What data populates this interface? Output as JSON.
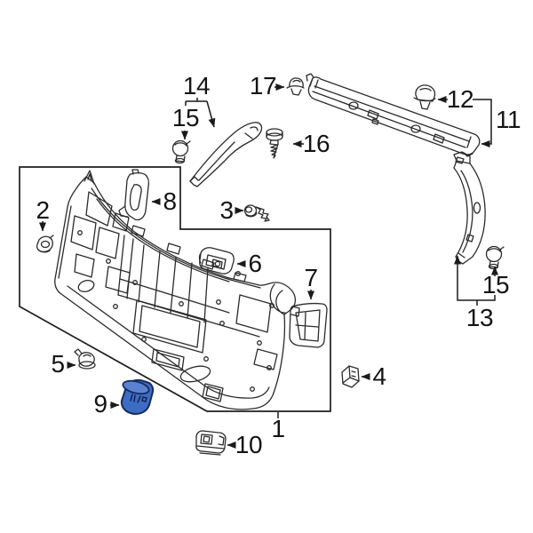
{
  "diagram": {
    "type": "exploded-parts-diagram",
    "description": "Line-art exploded diagram of a tailgate interior trim panel with numbered callouts; part 9 (bumper) highlighted in blue",
    "background_color": "#ffffff",
    "line_color": "#2b2b2b",
    "label_color": "#141414",
    "highlight": {
      "part": "9",
      "fill": "#3e6cc4",
      "top_fill": "#5b82d2",
      "outline": "#172c5f"
    },
    "labels": {
      "p1": "1",
      "p2": "2",
      "p3": "3",
      "p4": "4",
      "p5": "5",
      "p6": "6",
      "p7": "7",
      "p8": "8",
      "p9": "9",
      "p10": "10",
      "p11": "11",
      "p12": "12",
      "p13": "13",
      "p14": "14",
      "p15_top": "15",
      "p15_bottom": "15",
      "p16": "16",
      "p17": "17"
    }
  }
}
